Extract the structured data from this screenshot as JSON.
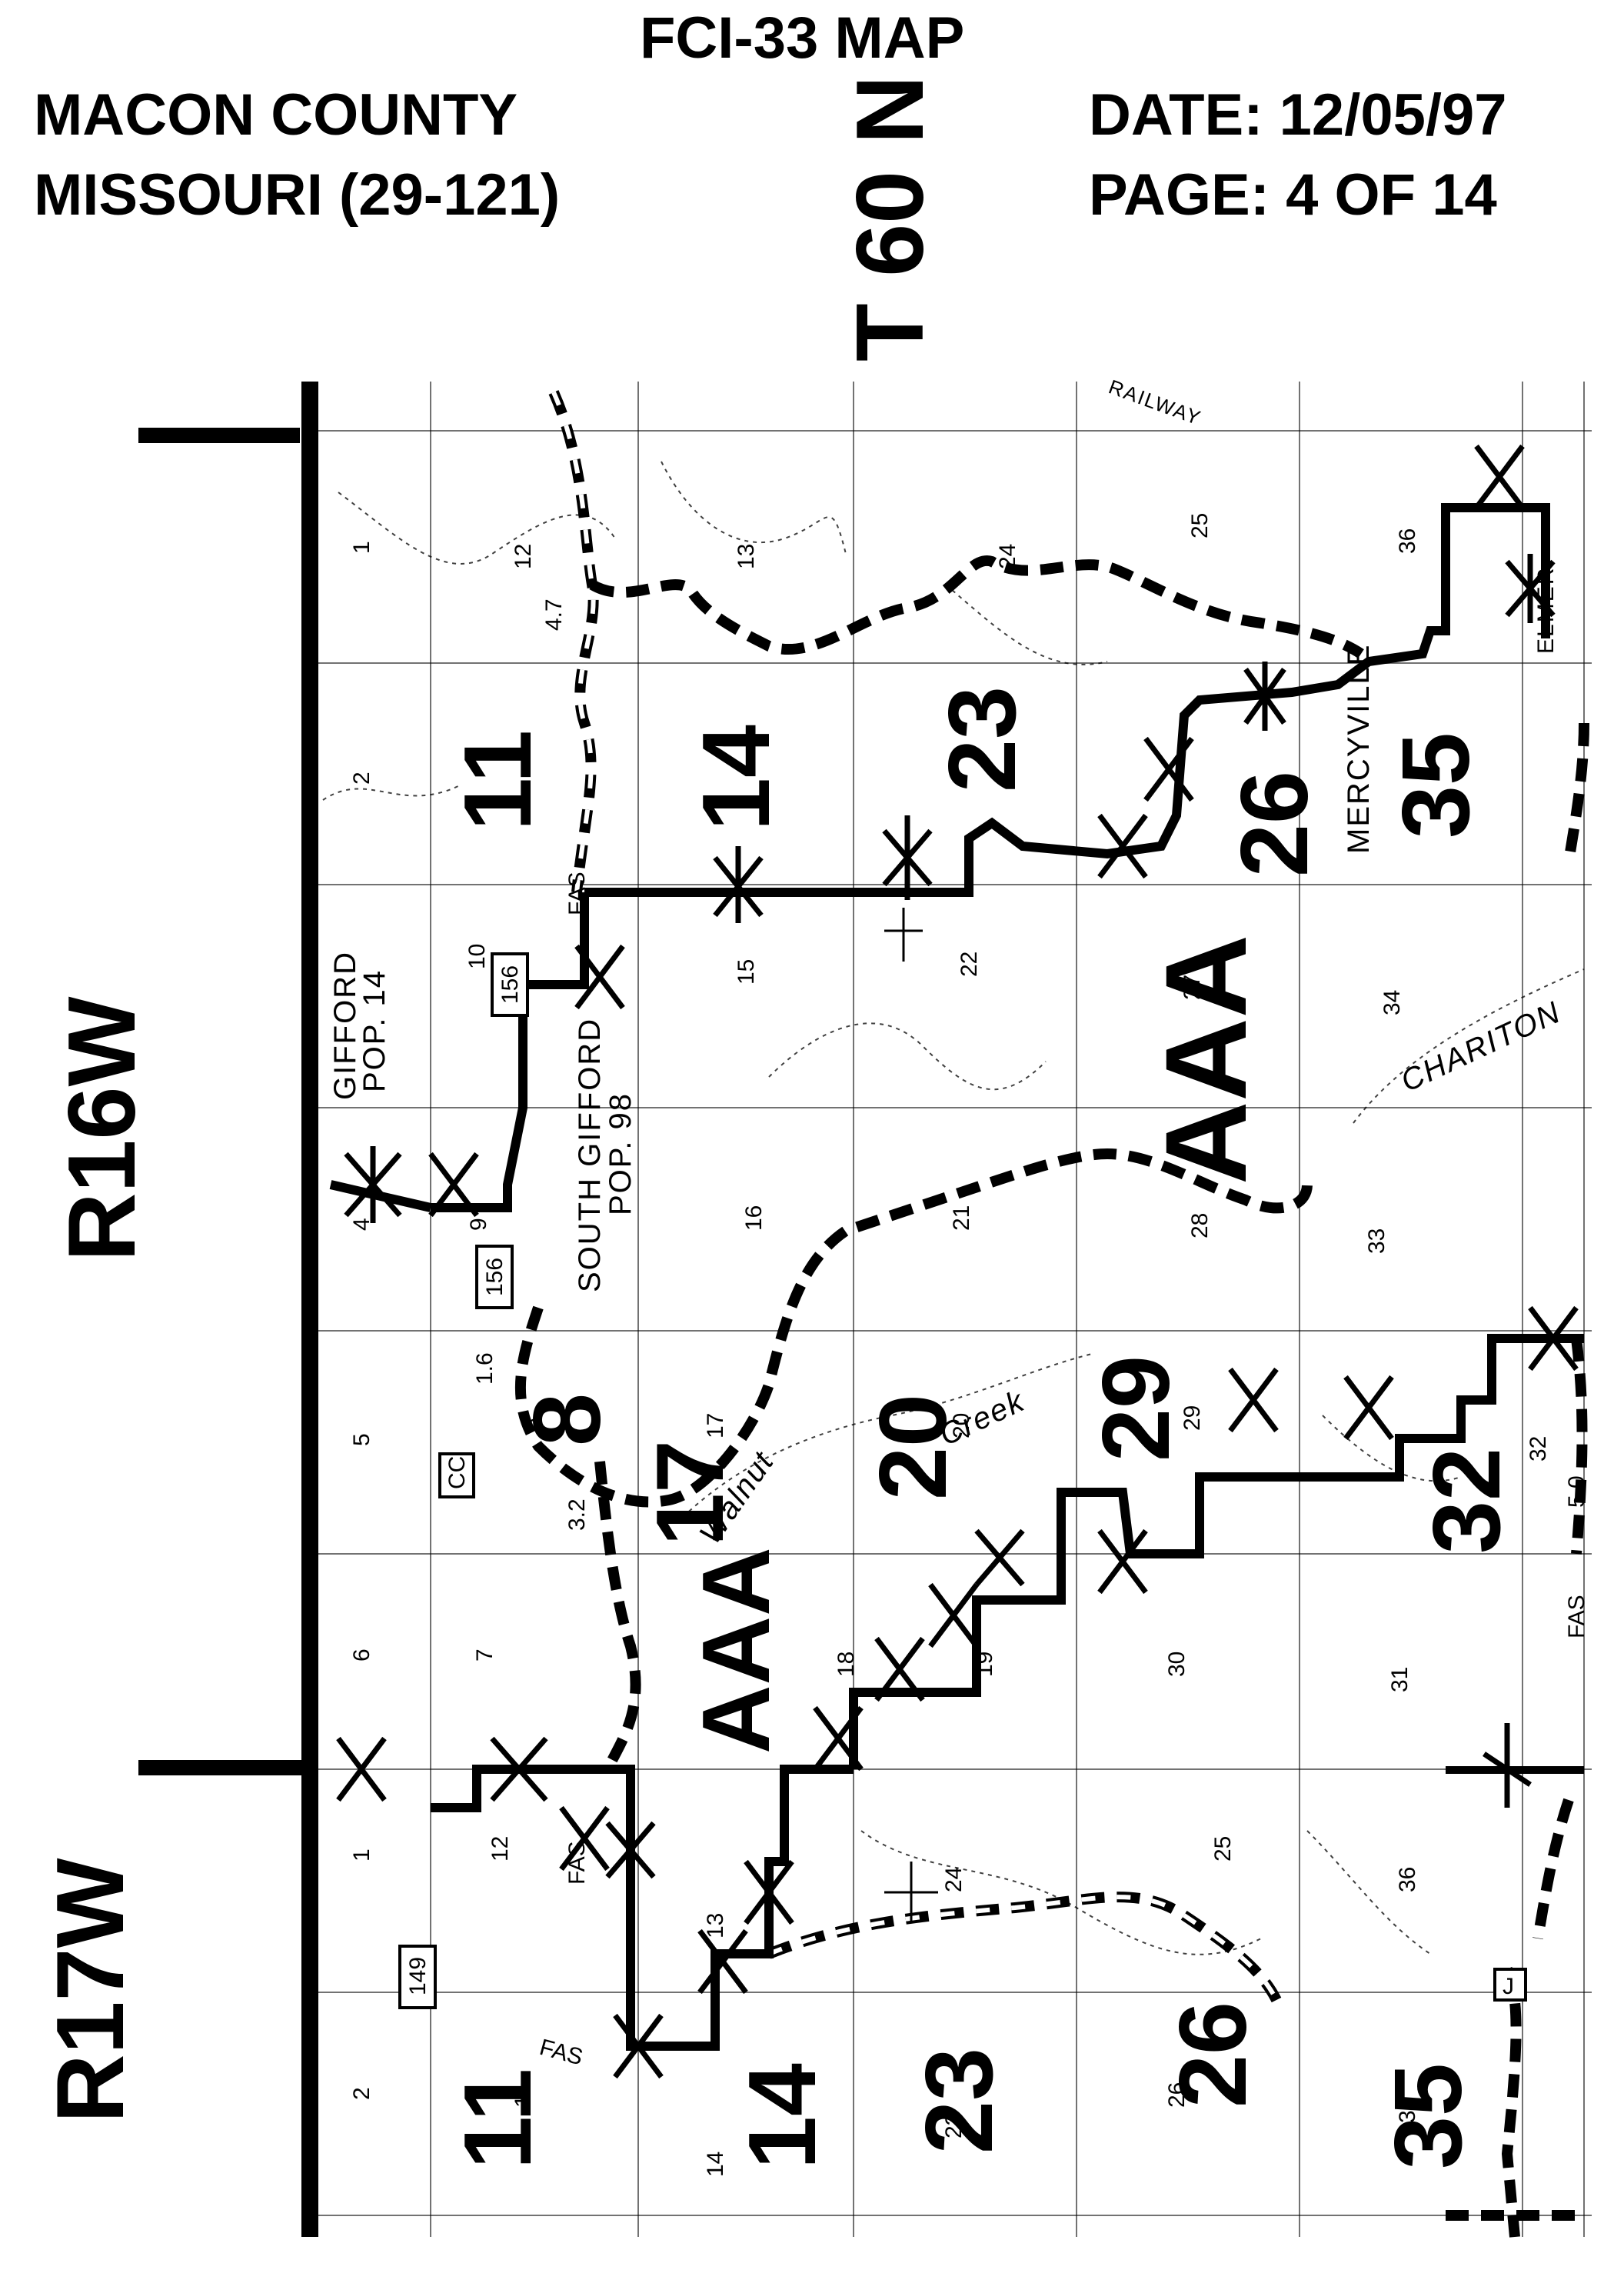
{
  "header": {
    "title": "FCI-33 MAP",
    "county": "MACON COUNTY",
    "state": "MISSOURI (29-121)",
    "date": "DATE: 12/05/97",
    "page": "PAGE: 4 OF 14"
  },
  "map": {
    "township": "T 60 N",
    "range_north": "R16W",
    "range_south": "R17W",
    "zone_label": "AAA",
    "large_section_numbers": [
      "11",
      "14",
      "23",
      "26",
      "35",
      "8",
      "17",
      "20",
      "29",
      "32",
      "11",
      "14",
      "23",
      "26",
      "35"
    ],
    "small_section_numbers": [
      "1",
      "12",
      "13",
      "24",
      "25",
      "36",
      "2",
      "10",
      "15",
      "22",
      "27",
      "34",
      "4",
      "9",
      "16",
      "21",
      "28",
      "33",
      "5",
      "8",
      "17",
      "20",
      "29",
      "32",
      "6",
      "7",
      "18",
      "19",
      "30",
      "31",
      "1",
      "12",
      "13",
      "24",
      "25",
      "36",
      "2",
      "11",
      "14",
      "23",
      "26",
      "35"
    ],
    "places": [
      {
        "name": "GIFFORD",
        "pop": "POP. 14"
      },
      {
        "name": "SOUTH GIFFORD",
        "pop": "POP. 98"
      },
      {
        "name": "MERCYVILLE",
        "pop": ""
      },
      {
        "name": "ELMER",
        "pop": ""
      }
    ],
    "features": [
      "RAILWAY",
      "CHARITON",
      "Walnut",
      "Creek"
    ],
    "route_markers": [
      "156",
      "156",
      "CC",
      "149",
      "J"
    ],
    "road_labels": [
      "FAS",
      "FAS",
      "FAS",
      "FAS"
    ],
    "mileages": [
      "4.7",
      "1.6",
      "3.2",
      "5.0"
    ]
  }
}
